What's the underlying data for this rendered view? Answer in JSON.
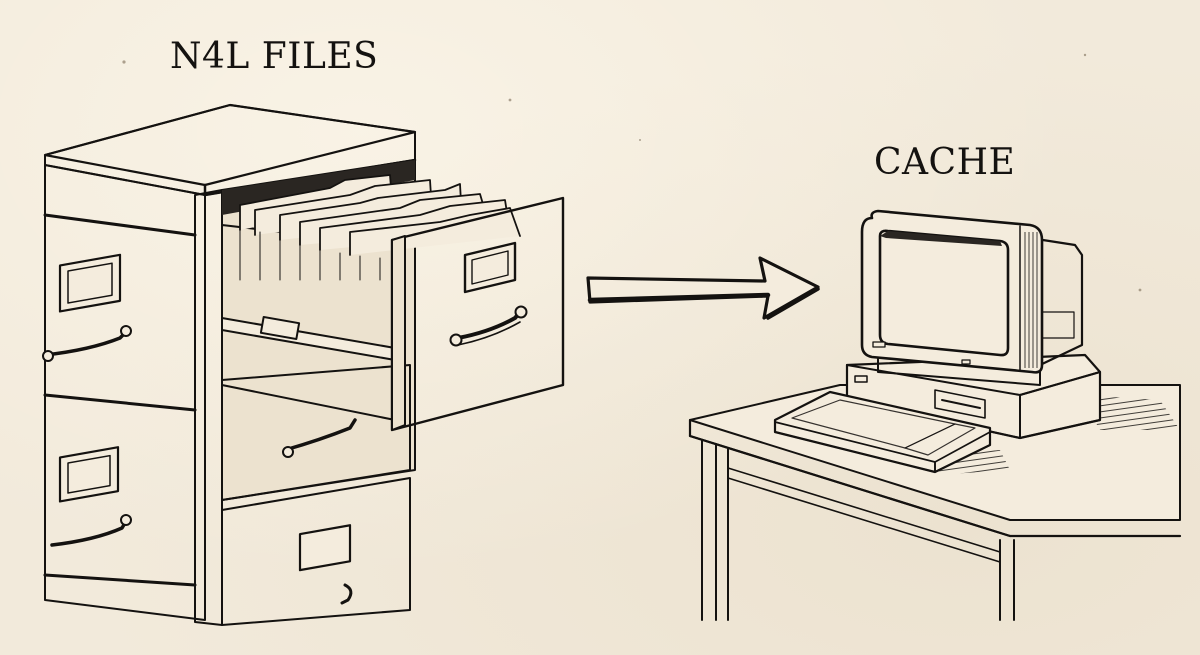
{
  "diagram": {
    "style": "hand-drawn ink illustration on cream paper",
    "colors": {
      "background": "#f2eadb",
      "ink": "#141210"
    },
    "nodes": [
      {
        "id": "source",
        "label": "N4L FILES",
        "depiction": "wooden filing cabinet with an open drawer full of file folders"
      },
      {
        "id": "target",
        "label": "CACHE",
        "depiction": "retro desktop computer with CRT monitor and keyboard on a desk"
      }
    ],
    "edges": [
      {
        "from": "source",
        "to": "target",
        "style": "hand-drawn outlined arrow",
        "direction": "right"
      }
    ]
  }
}
